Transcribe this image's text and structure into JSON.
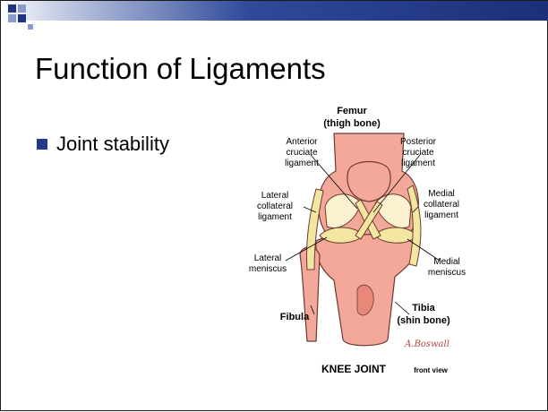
{
  "slide": {
    "title": "Function of Ligaments",
    "bullets": [
      "Joint stability"
    ]
  },
  "diagram": {
    "labels": {
      "femur": "Femur",
      "femur_sub": "(thigh bone)",
      "acl_1": "Anterior",
      "acl_2": "cruciate",
      "acl_3": "ligament",
      "pcl_1": "Posterior",
      "pcl_2": "cruciate",
      "pcl_3": "ligament",
      "lcl_1": "Lateral",
      "lcl_2": "collateral",
      "lcl_3": "ligament",
      "mcl_1": "Medial",
      "mcl_2": "collateral",
      "mcl_3": "ligament",
      "lat_men_1": "Lateral",
      "lat_men_2": "meniscus",
      "med_men_1": "Medial",
      "med_men_2": "meniscus",
      "fibula": "Fibula",
      "tibia": "Tibia",
      "tibia_sub": "(shin bone)",
      "signature": "A.Boswall",
      "caption": "KNEE JOINT",
      "caption_sub": "front view"
    },
    "colors": {
      "bone": "#f4a89a",
      "bone_dark": "#e8887a",
      "cartilage": "#fbf1d0",
      "ligament": "#f2e6a0",
      "outline": "#6b3a30"
    }
  }
}
